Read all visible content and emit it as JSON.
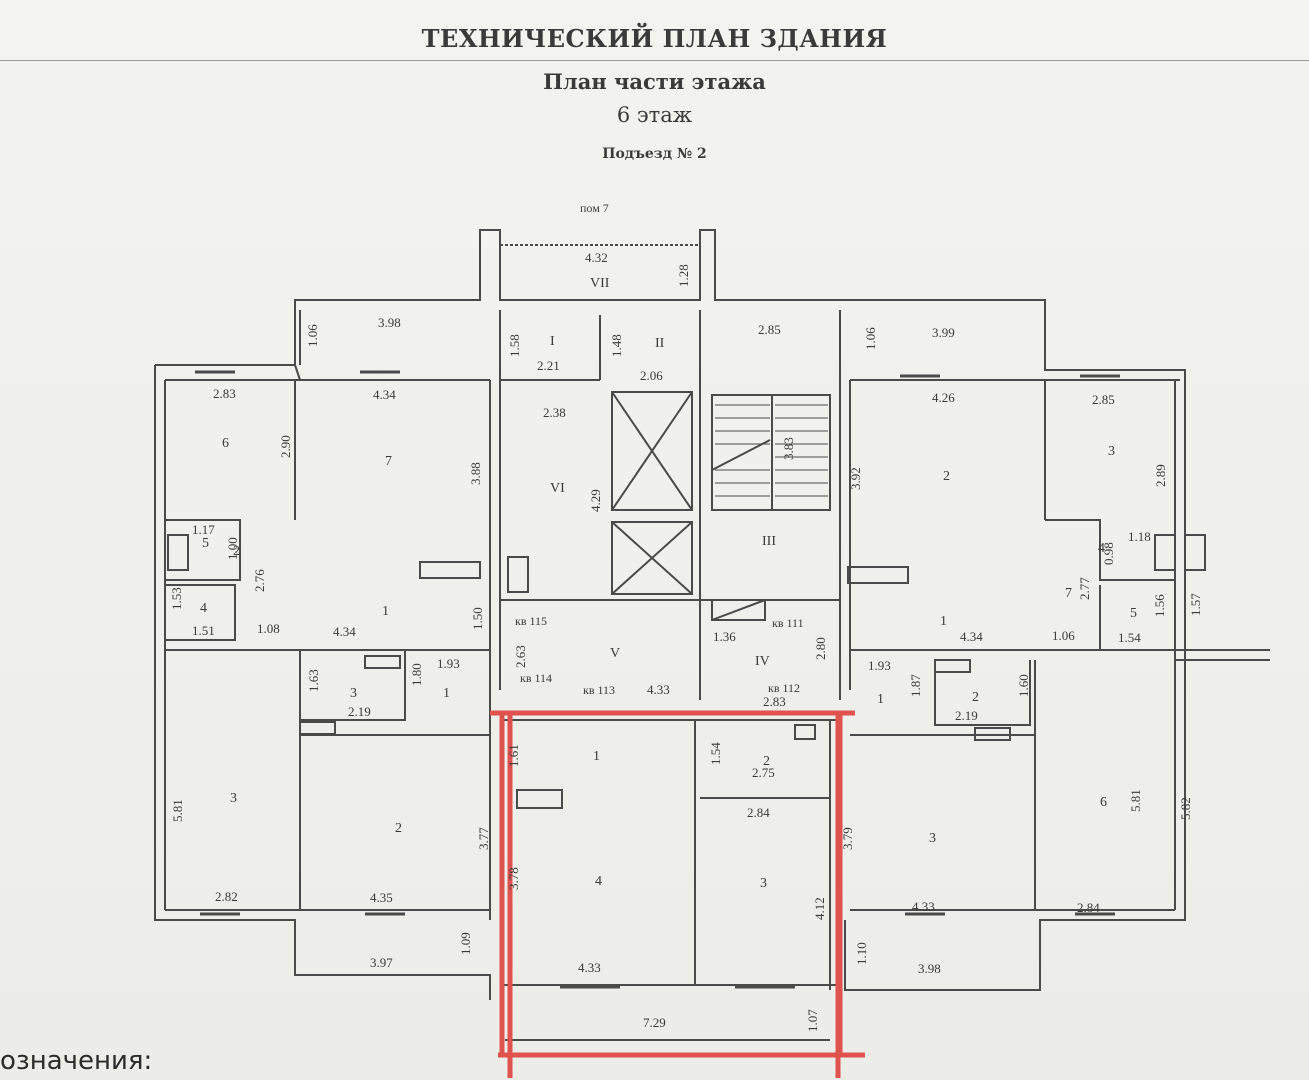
{
  "header": {
    "title": "ТЕХНИЧЕСКИЙ ПЛАН ЗДАНИЯ",
    "subtitle": "План части этажа",
    "floor": "6 этаж",
    "entrance": "Подъезд № 2",
    "axis_mark": "пом 7"
  },
  "legend_label": "означения:",
  "highlight_color": "#e0524e",
  "ink_color": "#4a4a4a",
  "rooms": {
    "left_6": "6",
    "left_7": "7",
    "left_5": "5",
    "left_2": "2",
    "left_4": "4",
    "left_1": "1",
    "left_3a": "3",
    "left_1b": "1",
    "left_3": "3",
    "left_2b": "2",
    "i": "I",
    "ii": "II",
    "iii": "III",
    "iv": "IV",
    "v": "V",
    "vi": "VI",
    "vii": "VII",
    "right_2": "2",
    "right_3": "3",
    "right_4": "4",
    "right_7": "7",
    "right_5": "5",
    "right_1": "1",
    "right_1b": "1",
    "right_2b": "2",
    "right_3b": "3",
    "right_6": "6",
    "hl_1": "1",
    "hl_2": "2",
    "hl_3": "3",
    "hl_4": "4"
  },
  "apartments": {
    "kv115": "кв 115",
    "kv111": "кв 111",
    "kv114": "кв 114",
    "kv113": "кв 113",
    "kv112": "кв 112"
  },
  "dims": {
    "d_432": "4.32",
    "d_128": "1.28",
    "d_106a": "1.06",
    "d_398": "3.98",
    "d_158": "1.58",
    "d_148": "1.48",
    "d_285a": "2.85",
    "d_106b": "1.06",
    "d_399": "3.99",
    "d_221": "2.21",
    "d_206": "2.06",
    "d_283": "2.83",
    "d_434a": "4.34",
    "d_426": "4.26",
    "d_285b": "2.85",
    "d_238": "2.38",
    "d_290": "2.90",
    "d_388": "3.88",
    "d_429": "4.29",
    "d_383": "3.83",
    "d_392": "3.92",
    "d_289": "2.89",
    "d_117": "1.17",
    "d_100": "1.00",
    "d_276": "2.76",
    "d_118": "1.18",
    "d_098": "0.98",
    "d_277": "2.77",
    "d_153": "1.53",
    "d_151": "1.51",
    "d_108": "1.08",
    "d_434b": "4.34",
    "d_150": "1.50",
    "d_136": "1.36",
    "d_434c": "4.34",
    "d_106c": "1.06",
    "d_154a": "1.54",
    "d_156": "1.56",
    "d_157": "1.57",
    "d_263": "2.63",
    "d_280": "2.80",
    "d_163": "1.63",
    "d_180": "1.80",
    "d_193a": "1.93",
    "d_193b": "1.93",
    "d_187": "1.87",
    "d_160": "1.60",
    "d_219a": "2.19",
    "d_219b": "2.19",
    "d_433a": "4.33",
    "d_283b": "2.83",
    "d_161": "1.61",
    "d_154b": "1.54",
    "d_275": "2.75",
    "d_581a": "5.81",
    "d_377": "3.77",
    "d_284a": "2.84",
    "d_379": "3.79",
    "d_581b": "5.81",
    "d_582": "5.82",
    "d_378": "3.78",
    "d_412": "4.12",
    "d_282": "2.82",
    "d_435": "4.35",
    "d_433b": "4.33",
    "d_284b": "2.84",
    "d_397": "3.97",
    "d_109": "1.09",
    "d_110": "1.10",
    "d_398b": "3.98",
    "d_433c": "4.33",
    "d_729": "7.29",
    "d_107": "1.07"
  }
}
